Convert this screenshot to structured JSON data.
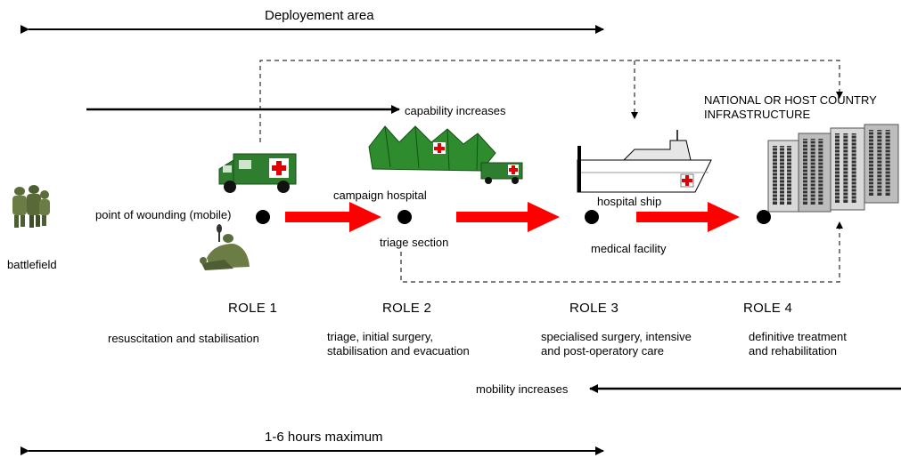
{
  "deployment_area": "Deployement area",
  "capability": "capability increases",
  "mobility": "mobility increases",
  "hours": "1-6 hours maximum",
  "infrastructure": [
    "NATIONAL OR HOST COUNTRY",
    "INFRASTRUCTURE"
  ],
  "labels": {
    "battlefield": "battlefield",
    "point_of_wounding": "point of wounding (mobile)",
    "campaign_hospital": "campaign hospital",
    "triage_section": "triage section",
    "hospital_ship": "hospital ship",
    "medical_facility": "medical facility"
  },
  "roles": [
    {
      "name": "ROLE 1",
      "desc": [
        "resuscitation and stabilisation"
      ]
    },
    {
      "name": "ROLE 2",
      "desc": [
        "triage, initial surgery,",
        "stabilisation and evacuation"
      ]
    },
    {
      "name": "ROLE 3",
      "desc": [
        "specialised surgery, intensive",
        "and post-operatory care"
      ]
    },
    {
      "name": "ROLE 4",
      "desc": [
        "definitive treatment",
        "and rehabilitation"
      ]
    }
  ],
  "icons": [
    "soldiers-icon",
    "ambulance-icon",
    "wounded-soldier-icon",
    "field-tent-icon",
    "hospital-ship-icon",
    "hospital-building-icon"
  ],
  "colors": {
    "flow_arrow": "#ff0000",
    "vehicle_green": "#2f7d2f",
    "red_cross": "#e00000"
  }
}
